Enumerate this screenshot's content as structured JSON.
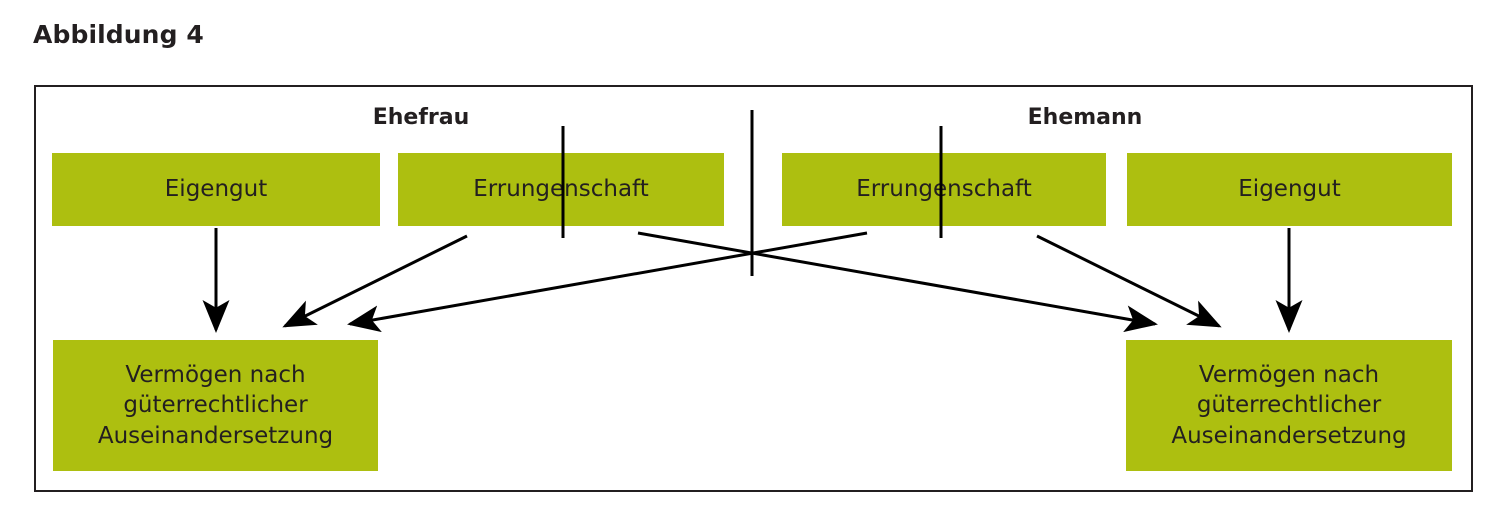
{
  "figure": {
    "title": "Abbildung 4"
  },
  "columns": [
    {
      "id": "wife",
      "label": "Ehefrau"
    },
    {
      "id": "husband",
      "label": "Ehemann"
    }
  ],
  "boxes": {
    "wife_eigengut": {
      "label": "Eigengut"
    },
    "wife_errungenschaft": {
      "label": "Errungenschaft"
    },
    "husband_errungenschaft": {
      "label": "Errungenschaft"
    },
    "husband_eigengut": {
      "label": "Eigengut"
    },
    "wife_result": {
      "lines": [
        "Vermögen nach",
        "güterrechtlicher",
        "Auseinandersetzung"
      ]
    },
    "husband_result": {
      "lines": [
        "Vermögen nach",
        "güterrechtlicher",
        "Auseinandersetzung"
      ]
    }
  },
  "colors": {
    "box_fill": "#adbf10",
    "text": "#231f20",
    "frame": "#231f20",
    "arrow": "#000000"
  }
}
